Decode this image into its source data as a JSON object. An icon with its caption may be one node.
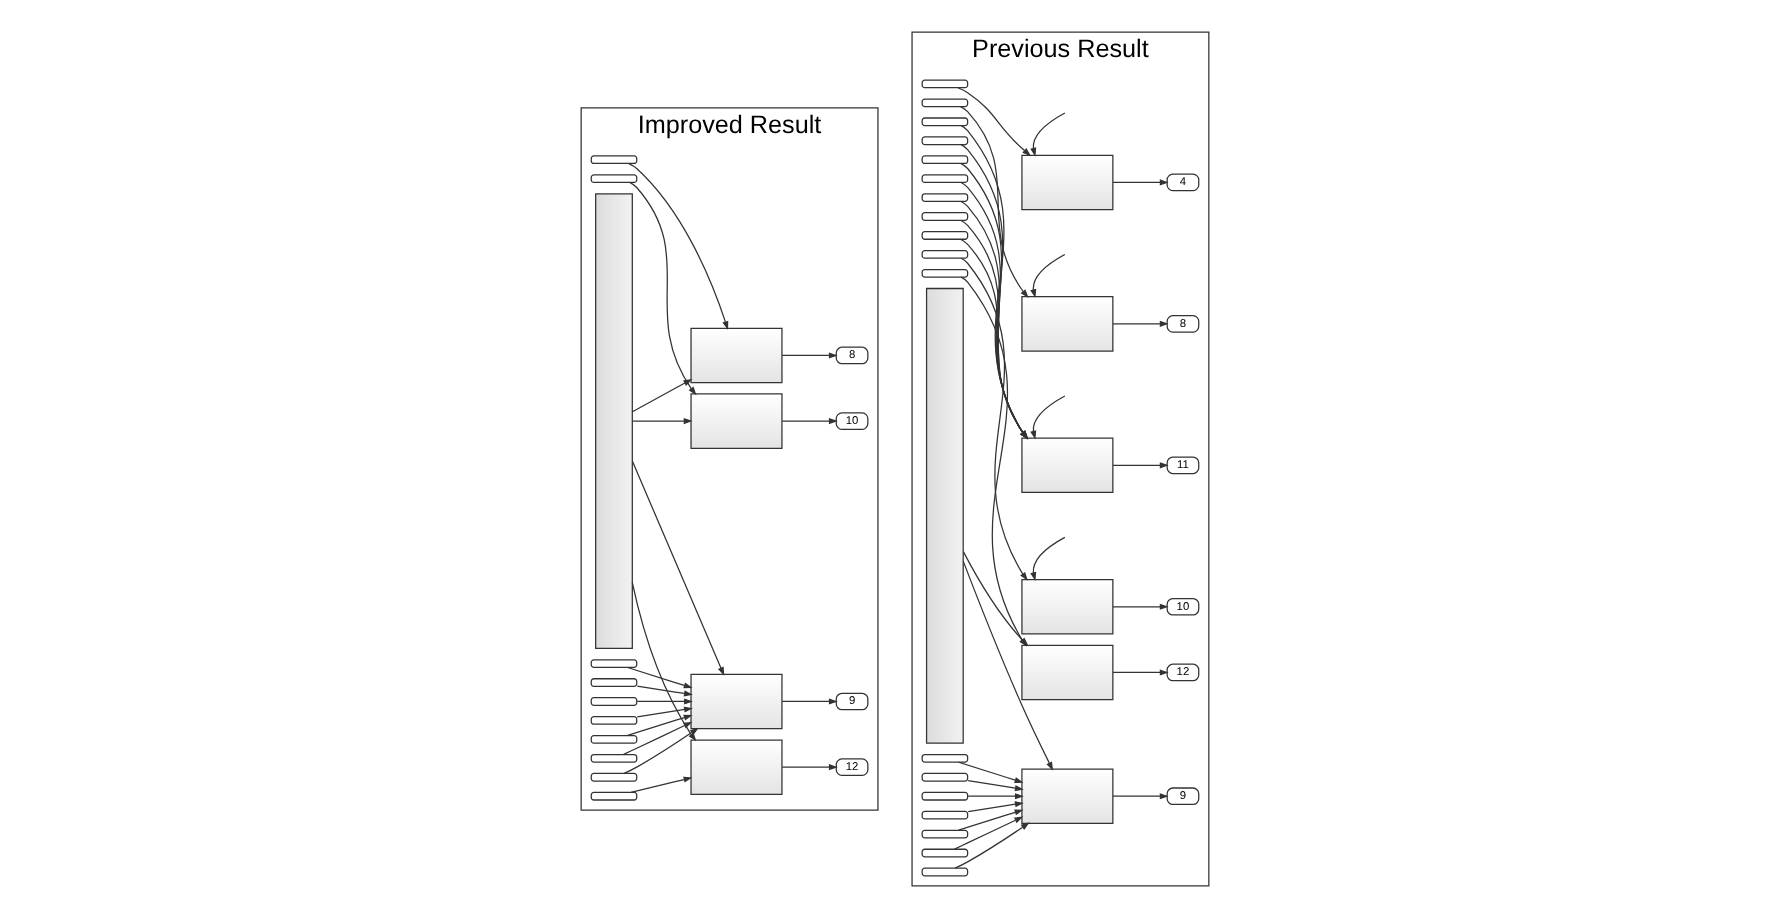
{
  "diagram": {
    "nodes": [
      {
        "text": [
          "Improved Result"
        ]
      },
      {
        "text": [],
        "shape": "bar",
        "in": 0
      },
      {
        "text": [],
        "shape": "box",
        "in": 0
      },
      {
        "text": [],
        "shape": "box",
        "in": 0
      },
      {
        "text": [
          "8"
        ],
        "in": 0
      },
      {
        "text": [],
        "shape": "box",
        "in": 0
      },
      {
        "text": [],
        "shape": "box",
        "in": 0
      },
      {
        "text": [
          "10"
        ],
        "in": 0
      },
      {
        "text": [],
        "shape": "box",
        "in": 0
      },
      {
        "text": [],
        "shape": "box",
        "in": 0
      },
      {
        "text": [],
        "shape": "box",
        "in": 0
      },
      {
        "text": [],
        "shape": "box",
        "in": 0
      },
      {
        "text": [],
        "shape": "box",
        "in": 0
      },
      {
        "text": [],
        "shape": "box",
        "in": 0
      },
      {
        "text": [],
        "shape": "box",
        "in": 0
      },
      {
        "text": [],
        "shape": "box",
        "in": 0
      },
      {
        "text": [
          "9"
        ],
        "in": 0
      },
      {
        "text": [],
        "shape": "box",
        "in": 0
      },
      {
        "text": [],
        "shape": "box",
        "in": 0
      },
      {
        "text": [
          "12"
        ],
        "in": 0
      },
      {
        "text": [
          "Previous Result"
        ]
      },
      {
        "text": [],
        "shape": "bar",
        "in": 20
      },
      {
        "text": [],
        "shape": "box",
        "in": 20
      },
      {
        "text": [],
        "shape": "box",
        "in": 20
      },
      {
        "text": [
          "4"
        ],
        "in": 20
      },
      {
        "text": [],
        "shape": "box",
        "in": 20
      },
      {
        "text": [],
        "shape": "box",
        "in": 20
      },
      {
        "text": [
          "8"
        ],
        "in": 20
      },
      {
        "text": [],
        "shape": "box",
        "in": 20
      },
      {
        "text": [],
        "shape": "box",
        "in": 20
      },
      {
        "text": [],
        "shape": "box",
        "in": 20
      },
      {
        "text": [],
        "shape": "box",
        "in": 20
      },
      {
        "text": [],
        "shape": "box",
        "in": 20
      },
      {
        "text": [],
        "shape": "box",
        "in": 20
      },
      {
        "text": [],
        "shape": "box",
        "in": 20
      },
      {
        "text": [],
        "shape": "box",
        "in": 20
      },
      {
        "text": [
          "11"
        ],
        "in": 20
      },
      {
        "text": [],
        "shape": "box",
        "in": 20
      },
      {
        "text": [],
        "shape": "box",
        "in": 20
      },
      {
        "text": [
          "10"
        ],
        "in": 20
      },
      {
        "text": [],
        "shape": "box",
        "in": 20
      },
      {
        "text": [],
        "shape": "box",
        "in": 20
      },
      {
        "text": [
          "12"
        ],
        "in": 20
      },
      {
        "text": [],
        "shape": "box",
        "in": 20
      },
      {
        "text": [],
        "shape": "box",
        "in": 20
      },
      {
        "text": [],
        "shape": "box",
        "in": 20
      },
      {
        "text": [],
        "shape": "box",
        "in": 20
      },
      {
        "text": [],
        "shape": "box",
        "in": 20
      },
      {
        "text": [],
        "shape": "box",
        "in": 20
      },
      {
        "text": [],
        "shape": "box",
        "in": 20
      },
      {
        "text": [],
        "shape": "box",
        "in": 20
      },
      {
        "text": [
          "9"
        ],
        "in": 20
      }
    ],
    "edges": [
      {
        "from": 1,
        "to": 3,
        "arrow": "to"
      },
      {
        "from": 2,
        "to": 3,
        "arrow": "to"
      },
      {
        "from": 3,
        "to": 4,
        "arrow": "to"
      },
      {
        "from": 1,
        "to": 6,
        "arrow": "to"
      },
      {
        "from": 5,
        "to": 6,
        "arrow": "to"
      },
      {
        "from": 6,
        "to": 7,
        "arrow": "to"
      },
      {
        "from": 1,
        "to": 15,
        "arrow": "to"
      },
      {
        "from": 8,
        "to": 15,
        "arrow": "to"
      },
      {
        "from": 9,
        "to": 15,
        "arrow": "to"
      },
      {
        "from": 10,
        "to": 15,
        "arrow": "to"
      },
      {
        "from": 11,
        "to": 15,
        "arrow": "to"
      },
      {
        "from": 12,
        "to": 15,
        "arrow": "to"
      },
      {
        "from": 13,
        "to": 15,
        "arrow": "to"
      },
      {
        "from": 14,
        "to": 15,
        "arrow": "to"
      },
      {
        "from": 15,
        "to": 16,
        "arrow": "to"
      },
      {
        "from": 1,
        "to": 18,
        "arrow": "to"
      },
      {
        "from": 17,
        "to": 18,
        "arrow": "to"
      },
      {
        "from": 18,
        "to": 19,
        "arrow": "to"
      },
      {
        "from": null,
        "to": 23,
        "arrow": "to"
      },
      {
        "from": 22,
        "to": 23,
        "arrow": "to"
      },
      {
        "from": 23,
        "to": 24,
        "arrow": "to"
      },
      {
        "from": null,
        "to": 26,
        "arrow": "to"
      },
      {
        "from": 25,
        "to": 26,
        "arrow": "to"
      },
      {
        "from": 26,
        "to": 27,
        "arrow": "to"
      },
      {
        "from": null,
        "to": 35,
        "arrow": "to"
      },
      {
        "from": 28,
        "to": 35,
        "arrow": "to"
      },
      {
        "from": 29,
        "to": 35,
        "arrow": "to"
      },
      {
        "from": 30,
        "to": 35,
        "arrow": "to"
      },
      {
        "from": 31,
        "to": 35,
        "arrow": "to"
      },
      {
        "from": 32,
        "to": 35,
        "arrow": "to"
      },
      {
        "from": 33,
        "to": 35,
        "arrow": "to"
      },
      {
        "from": 34,
        "to": 35,
        "arrow": "to"
      },
      {
        "from": 35,
        "to": 36,
        "arrow": "to"
      },
      {
        "from": null,
        "to": 38,
        "arrow": "to"
      },
      {
        "from": 37,
        "to": 38,
        "arrow": "to"
      },
      {
        "from": 38,
        "to": 39,
        "arrow": "to"
      },
      {
        "from": 21,
        "to": 41,
        "arrow": "to"
      },
      {
        "from": 40,
        "to": 41,
        "arrow": "to"
      },
      {
        "from": 41,
        "to": 42,
        "arrow": "to"
      },
      {
        "from": 21,
        "to": 50,
        "arrow": "to"
      },
      {
        "from": 43,
        "to": 50,
        "arrow": "to"
      },
      {
        "from": 44,
        "to": 50,
        "arrow": "to"
      },
      {
        "from": 45,
        "to": 50,
        "arrow": "to"
      },
      {
        "from": 46,
        "to": 50,
        "arrow": "to"
      },
      {
        "from": 47,
        "to": 50,
        "arrow": "to"
      },
      {
        "from": 48,
        "to": 50,
        "arrow": "to"
      },
      {
        "from": 49,
        "to": 50,
        "arrow": "to"
      },
      {
        "from": 50,
        "to": 51,
        "arrow": "to"
      }
    ]
  }
}
